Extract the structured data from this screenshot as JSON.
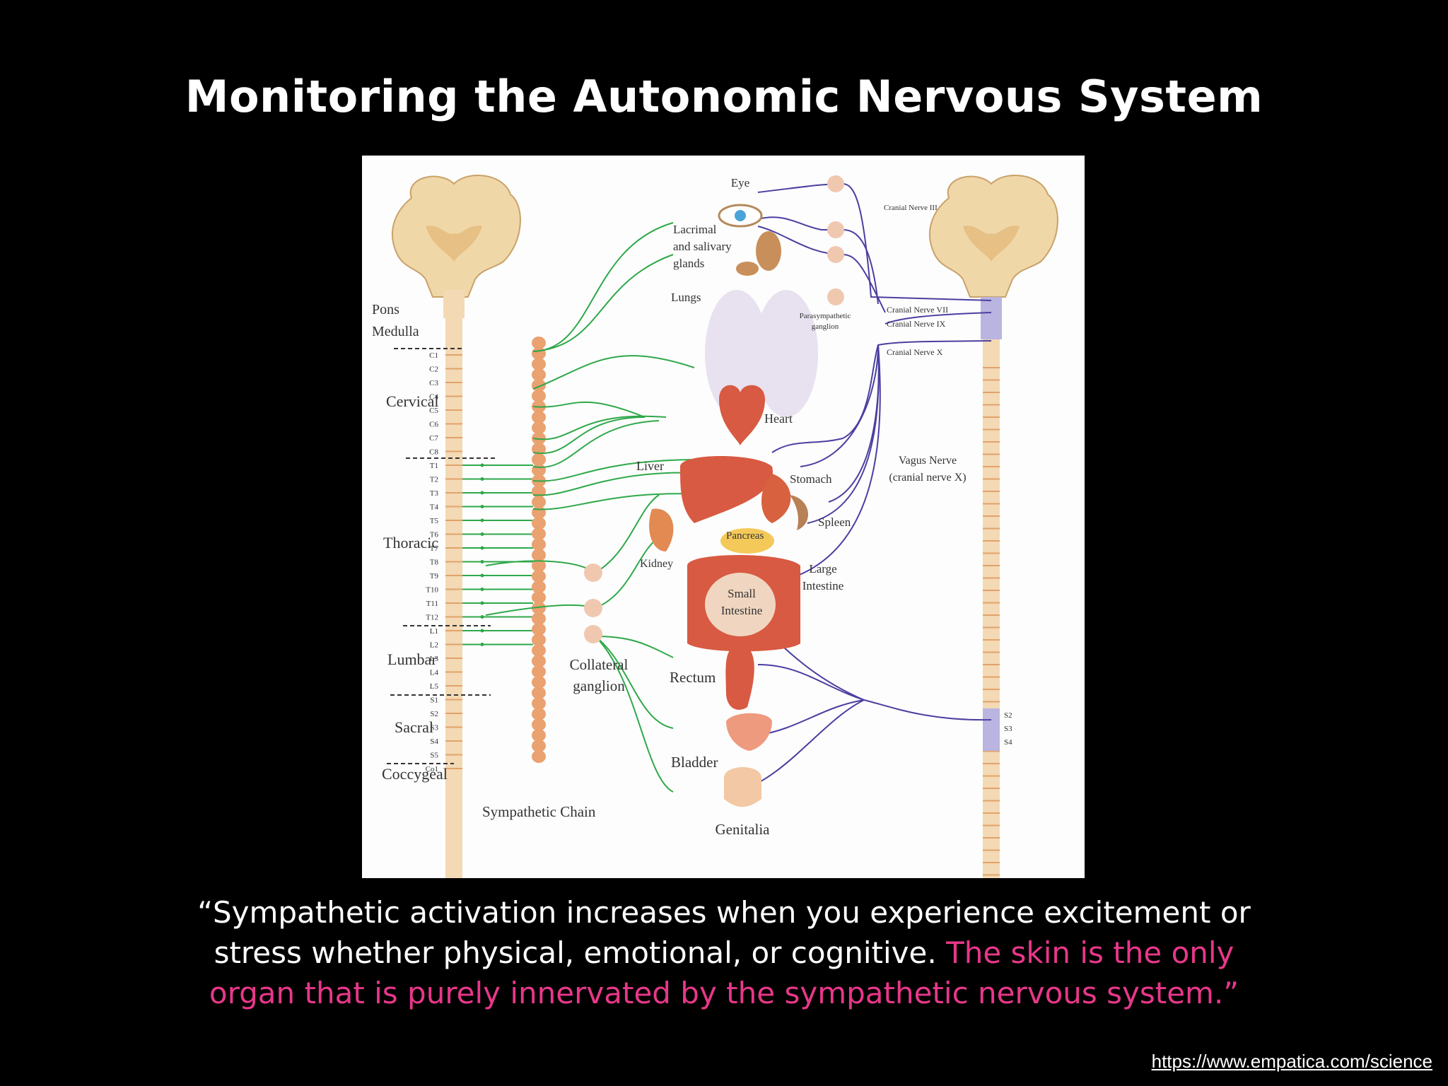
{
  "slide": {
    "title": "Monitoring the Autonomic Nervous System",
    "quote_main": "“Sympathetic activation increases when you experience excitement or stress whether physical, emotional, or cognitive.",
    "quote_highlight": "The skin is the only organ that is purely innervated by the sympathetic nervous system.”",
    "source_url": "https://www.empatica.com/science"
  },
  "colors": {
    "background": "#000000",
    "highlight": "#e8378a",
    "sympathetic": "#2fa84a",
    "parasympathetic": "#4b3fa0",
    "organ": "#d85a42",
    "spine": "#e9b98a"
  },
  "diagram": {
    "brainstem_labels": {
      "pons": "Pons",
      "medulla": "Medulla"
    },
    "regions": {
      "cervical": "Cervical",
      "thoracic": "Thoracic",
      "lumbar": "Lumbar",
      "sacral": "Sacral",
      "coccygeal": "Coccygeal"
    },
    "vertebrae": [
      "C1",
      "C2",
      "C3",
      "C4",
      "C5",
      "C6",
      "C7",
      "C8",
      "T1",
      "T2",
      "T3",
      "T4",
      "T5",
      "T6",
      "T7",
      "T8",
      "T9",
      "T10",
      "T11",
      "T12",
      "L1",
      "L2",
      "L3",
      "L4",
      "L5",
      "S1",
      "S2",
      "S3",
      "S4",
      "S5",
      "Co1"
    ],
    "sympathetic_chain": "Sympathetic Chain",
    "collateral_ganglion": "Collateral ganglion",
    "parasympathetic_ganglion": "Parasympathetic ganglion",
    "organs": {
      "eye": "Eye",
      "lacrimal": "Lacrimal and salivary glands",
      "lungs": "Lungs",
      "heart": "Heart",
      "liver": "Liver",
      "stomach": "Stomach",
      "spleen": "Spleen",
      "pancreas": "Pancreas",
      "kidney": "Kidney",
      "large_intestine": "Large Intestine",
      "small_intestine": "Small Intestine",
      "rectum": "Rectum",
      "bladder": "Bladder",
      "genitalia": "Genitalia"
    },
    "cranial_nerves": {
      "iii": "Cranial Nerve III",
      "vii": "Cranial Nerve VII",
      "ix": "Cranial Nerve IX",
      "x": "Cranial Nerve X",
      "vagus": "Vagus Nerve (cranial nerve X)"
    },
    "sacral_right": [
      "S2",
      "S3",
      "S4"
    ]
  }
}
